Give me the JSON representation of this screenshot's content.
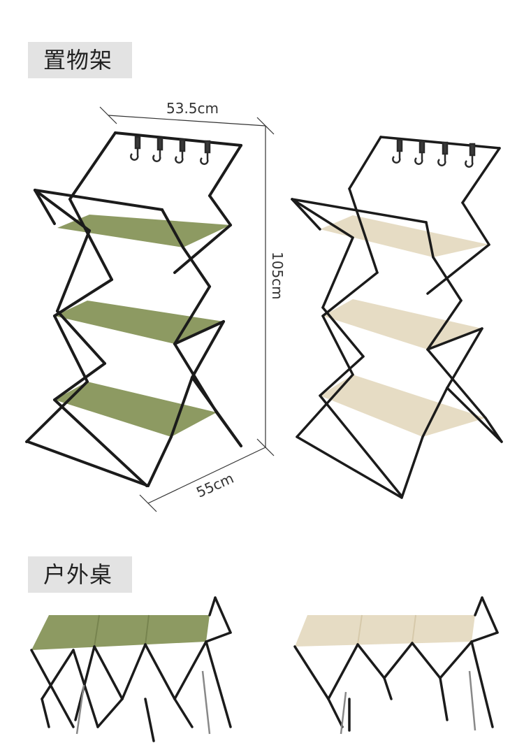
{
  "sections": {
    "shelf_label": "置物架",
    "table_label": "户外桌"
  },
  "dimensions": {
    "width": "53.5cm",
    "height": "105cm",
    "depth": "55cm"
  },
  "colors": {
    "olive": "#8d9a62",
    "olive_dark": "#77844f",
    "beige": "#e6dcc4",
    "beige_dark": "#d6c9aa",
    "frame": "#1b1b1b",
    "label_bg": "#e3e3e3"
  }
}
